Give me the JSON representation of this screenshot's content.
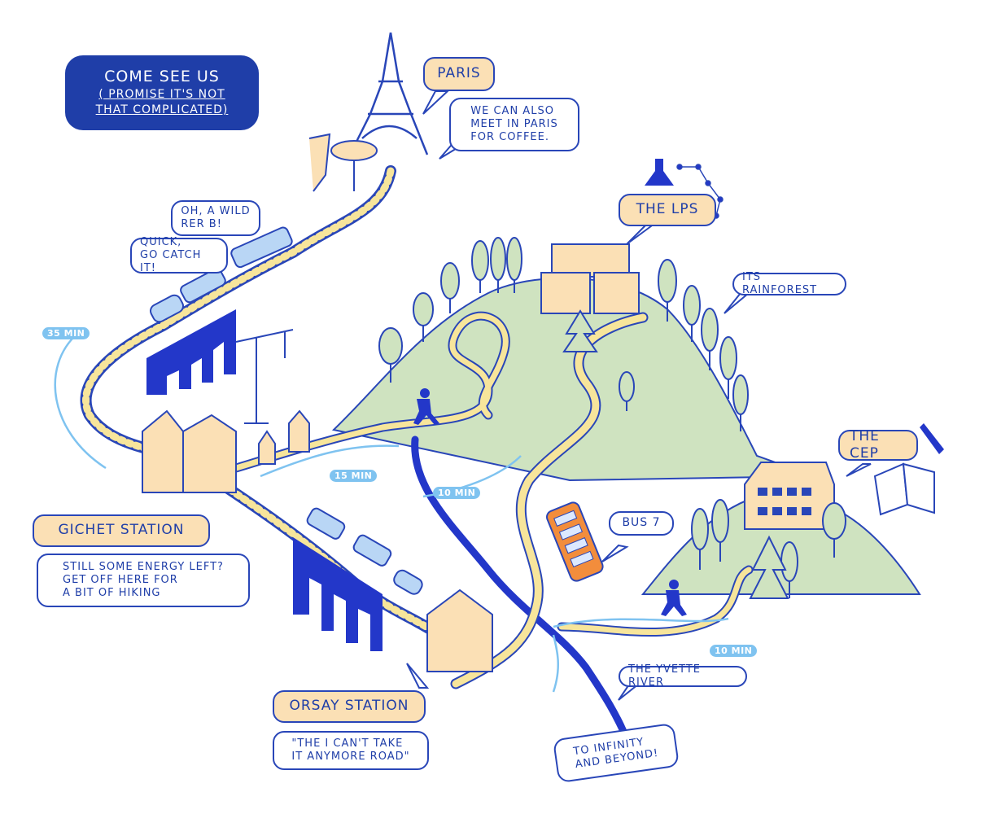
{
  "header": {
    "title": "COME SEE US",
    "subtitle": "( PROMISE IT'S NOT\nTHAT COMPLICATED)"
  },
  "places": {
    "paris": "PARIS",
    "lps": "THE LPS",
    "cep": "THE CEP",
    "gichet": "GICHET STATION",
    "orsay": "ORSAY STATION",
    "bus": "BUS 7"
  },
  "notes": {
    "paris_coffee": "WE CAN ALSO\nMEET IN PARIS\nFOR COFFEE.",
    "rer_wild": "OH, A WILD\nRER B!",
    "rer_catch": "QUICK,\nGO CATCH IT!",
    "rainforest": "ITS RAINFOREST",
    "gichet_hike": "STILL SOME ENERGY LEFT?\nGET OFF HERE FOR\nA BIT OF HIKING",
    "orsay_road": "\"THE I CAN'T TAKE\nIT ANYMORE ROAD\"",
    "river": "THE YVETTE RIVER",
    "infinity": "TO INFINITY\nAND BEYOND!"
  },
  "times": {
    "paris_gichet": "35 MIN",
    "gichet_lps": "15 MIN",
    "orsay_lps": "10 MIN",
    "orsay_cep": "10 MIN"
  },
  "colors": {
    "ink": "#1f3ea8",
    "hill": "#cfe3c0",
    "path": "#f7e59b",
    "building": "#fbe0b5",
    "arrow": "#7fc3f0",
    "river": "#2337c9"
  },
  "icons": [
    "eiffel-tower-icon",
    "coffee-cup-icon",
    "flask-icon",
    "constellation-icon",
    "book-icon",
    "pencil-icon",
    "hiker-icon",
    "crane-icon",
    "bus-icon",
    "train-icon"
  ]
}
